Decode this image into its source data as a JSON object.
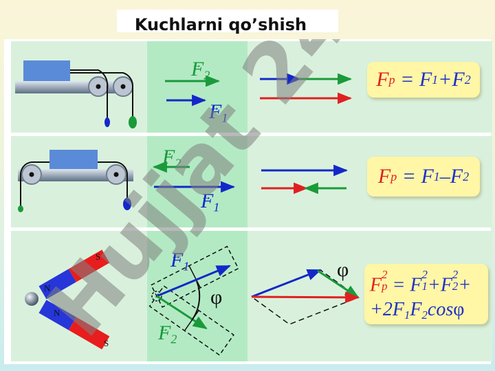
{
  "title": "Kuchlarni qo’shish",
  "watermark": "Hujjat 24",
  "labels": {
    "F": "F",
    "sub1": "1",
    "sub2": "2",
    "phi": "φ",
    "magnet_s": "S",
    "magnet_n": "N"
  },
  "formulas": {
    "row1": {
      "lhs": "F",
      "lhs_sub": "p",
      "eq": " = ",
      "a": "F",
      "a_sub": "1",
      "op": "+",
      "b": "F",
      "b_sub": "2"
    },
    "row2": {
      "lhs": "F",
      "lhs_sub": "p",
      "eq": " = ",
      "a": "F",
      "a_sub": "1",
      "op": "–",
      "b": "F",
      "b_sub": "2"
    },
    "row3": {
      "line1_lhs": "F",
      "line1_sup": "2",
      "line1_sub": "p",
      "eq": " = ",
      "a": "F",
      "a_sup": "2",
      "a_sub": "1",
      "op1": "+",
      "b": "F",
      "b_sup": "2",
      "b_sub": "2",
      "op2": "+",
      "line2_pre": "+2",
      "c": "F",
      "c_sub": "1",
      "d": "F",
      "d_sub": "2",
      "cos": "cos",
      "phi": "φ"
    }
  },
  "colors": {
    "blue": "#1428c8",
    "green": "#1a9a3a",
    "red": "#e02020",
    "formula_bg": "#fff6a6"
  }
}
